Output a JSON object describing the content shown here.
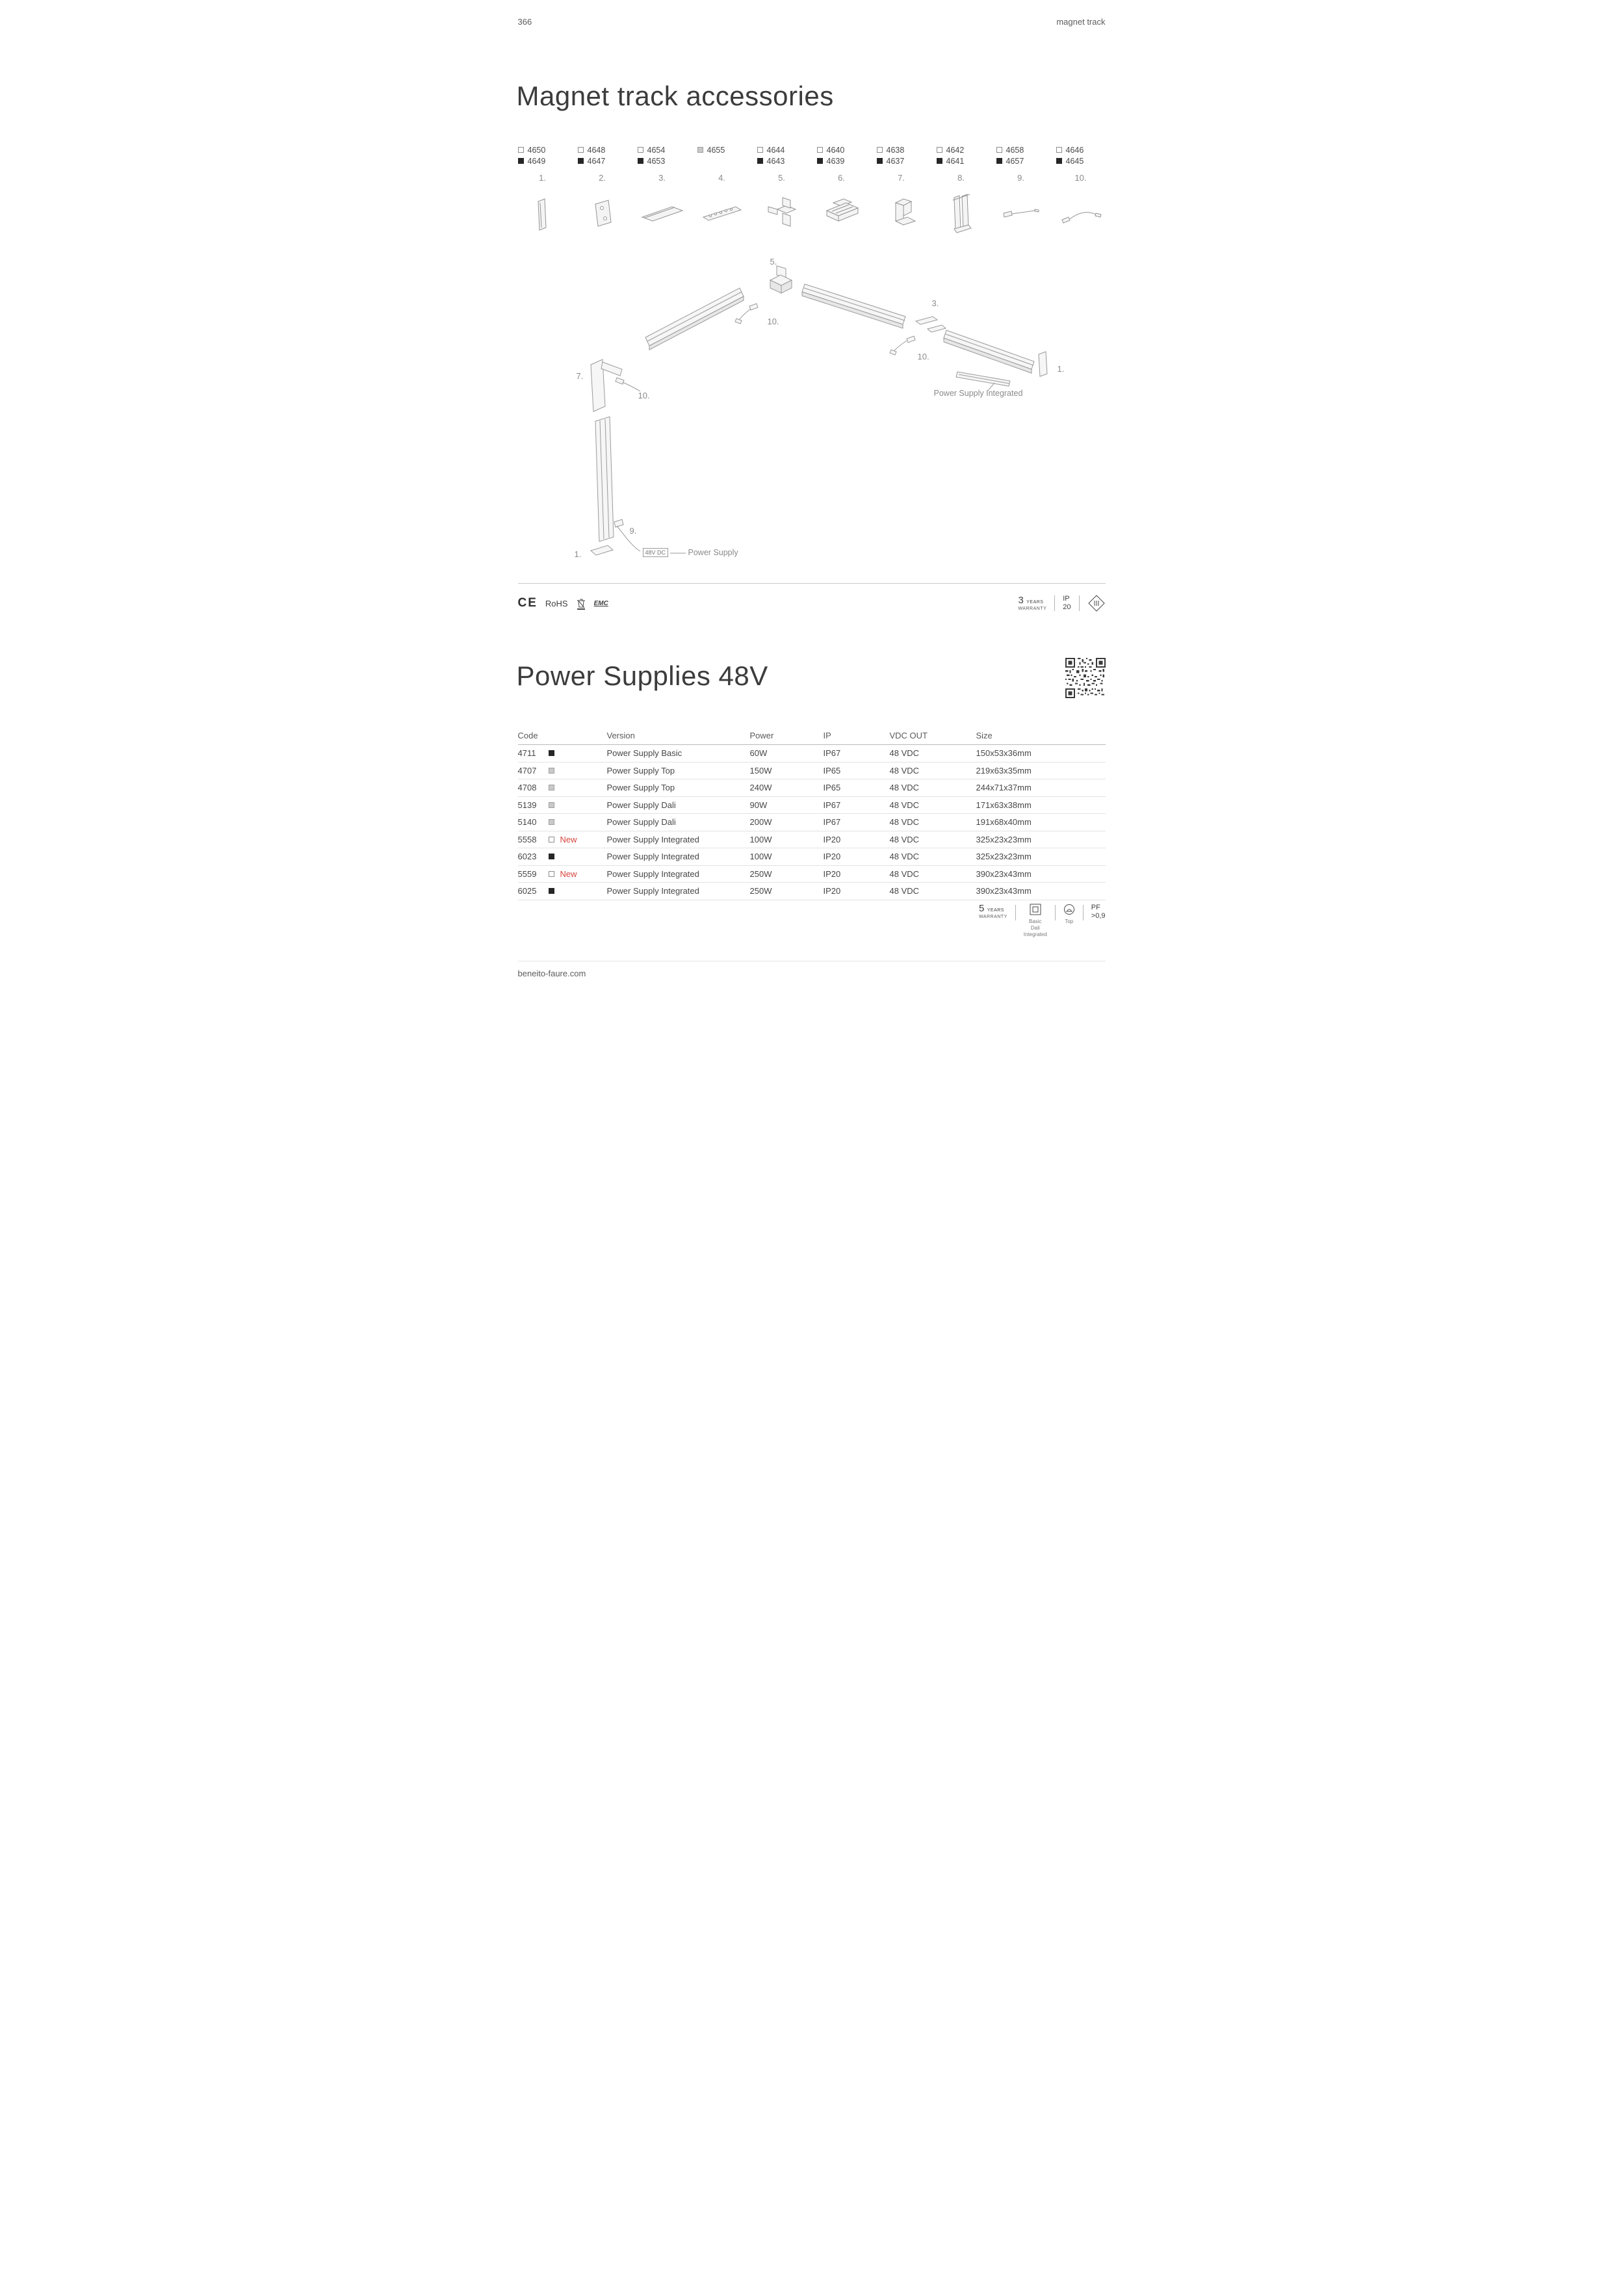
{
  "page": {
    "number": "366",
    "section": "magnet track",
    "footer": "beneito-faure.com"
  },
  "accessories": {
    "title": "Magnet track accessories",
    "groups": [
      {
        "num": "1.",
        "line1": {
          "code": "4650",
          "fill": "white"
        },
        "line2": {
          "code": "4649",
          "fill": "black"
        }
      },
      {
        "num": "2.",
        "line1": {
          "code": "4648",
          "fill": "white"
        },
        "line2": {
          "code": "4647",
          "fill": "black"
        }
      },
      {
        "num": "3.",
        "line1": {
          "code": "4654",
          "fill": "white"
        },
        "line2": {
          "code": "4653",
          "fill": "black"
        }
      },
      {
        "num": "4.",
        "line1": {
          "code": "4655",
          "fill": "gray"
        }
      },
      {
        "num": "5.",
        "line1": {
          "code": "4644",
          "fill": "white"
        },
        "line2": {
          "code": "4643",
          "fill": "black"
        }
      },
      {
        "num": "6.",
        "line1": {
          "code": "4640",
          "fill": "white"
        },
        "line2": {
          "code": "4639",
          "fill": "black"
        }
      },
      {
        "num": "7.",
        "line1": {
          "code": "4638",
          "fill": "white"
        },
        "line2": {
          "code": "4637",
          "fill": "black"
        }
      },
      {
        "num": "8.",
        "line1": {
          "code": "4642",
          "fill": "white"
        },
        "line2": {
          "code": "4641",
          "fill": "black"
        }
      },
      {
        "num": "9.",
        "line1": {
          "code": "4658",
          "fill": "white"
        },
        "line2": {
          "code": "4657",
          "fill": "black"
        }
      },
      {
        "num": "10.",
        "line1": {
          "code": "4646",
          "fill": "white"
        },
        "line2": {
          "code": "4645",
          "fill": "black"
        }
      }
    ],
    "diagram": {
      "label_5": "5.",
      "label_10a": "10.",
      "label_3": "3.",
      "label_10b": "10.",
      "label_1_right": "1.",
      "label_7": "7.",
      "label_10c": "10.",
      "label_9": "9.",
      "label_1_bottom": "1.",
      "power_supply_integrated": "Power Supply Integrated",
      "power_supply": "Power Supply",
      "dc_label": "48V DC"
    },
    "certs": {
      "ce": "CE",
      "rohs": "RoHS",
      "emc": "EMC"
    },
    "badges": {
      "years": "3",
      "years_label": "YEARS",
      "warranty_label": "WARRANTY",
      "ip": "IP",
      "ip_value": "20",
      "class_value": "III"
    }
  },
  "power_supplies": {
    "title": "Power Supplies 48V",
    "table": {
      "headers": [
        "Code",
        "Version",
        "Power",
        "IP",
        "VDC OUT",
        "Size"
      ],
      "rows": [
        {
          "code": "4711",
          "fill": "black",
          "new": "",
          "version": "Power Supply Basic",
          "power": "60W",
          "ip": "IP67",
          "vdc": "48 VDC",
          "size": "150x53x36mm"
        },
        {
          "code": "4707",
          "fill": "gray",
          "new": "",
          "version": "Power Supply Top",
          "power": "150W",
          "ip": "IP65",
          "vdc": "48 VDC",
          "size": "219x63x35mm"
        },
        {
          "code": "4708",
          "fill": "gray",
          "new": "",
          "version": "Power Supply Top",
          "power": "240W",
          "ip": "IP65",
          "vdc": "48 VDC",
          "size": "244x71x37mm"
        },
        {
          "code": "5139",
          "fill": "gray",
          "new": "",
          "version": "Power Supply Dali",
          "power": "90W",
          "ip": "IP67",
          "vdc": "48 VDC",
          "size": "171x63x38mm"
        },
        {
          "code": "5140",
          "fill": "gray",
          "new": "",
          "version": "Power Supply Dali",
          "power": "200W",
          "ip": "IP67",
          "vdc": "48 VDC",
          "size": "191x68x40mm"
        },
        {
          "code": "5558",
          "fill": "white",
          "new": "New",
          "version": "Power Supply Integrated",
          "power": "100W",
          "ip": "IP20",
          "vdc": "48 VDC",
          "size": "325x23x23mm"
        },
        {
          "code": "6023",
          "fill": "black",
          "new": "",
          "version": "Power Supply Integrated",
          "power": "100W",
          "ip": "IP20",
          "vdc": "48 VDC",
          "size": "325x23x23mm"
        },
        {
          "code": "5559",
          "fill": "white",
          "new": "New",
          "version": "Power Supply Integrated",
          "power": "250W",
          "ip": "IP20",
          "vdc": "48 VDC",
          "size": "390x23x43mm"
        },
        {
          "code": "6025",
          "fill": "black",
          "new": "",
          "version": "Power Supply Integrated",
          "power": "250W",
          "ip": "IP20",
          "vdc": "48 VDC",
          "size": "390x23x43mm"
        }
      ]
    },
    "badges": {
      "years": "5",
      "years_label": "YEARS",
      "warranty_label": "WARRANTY",
      "modes": [
        "Basic",
        "Dali",
        "Integrated"
      ],
      "top_label": "Top",
      "pf_label": "PF",
      "pf_value": ">0,9"
    }
  },
  "colors": {
    "accent_red": "#d6453d",
    "text": "#454545",
    "muted": "#8a8a8a"
  }
}
